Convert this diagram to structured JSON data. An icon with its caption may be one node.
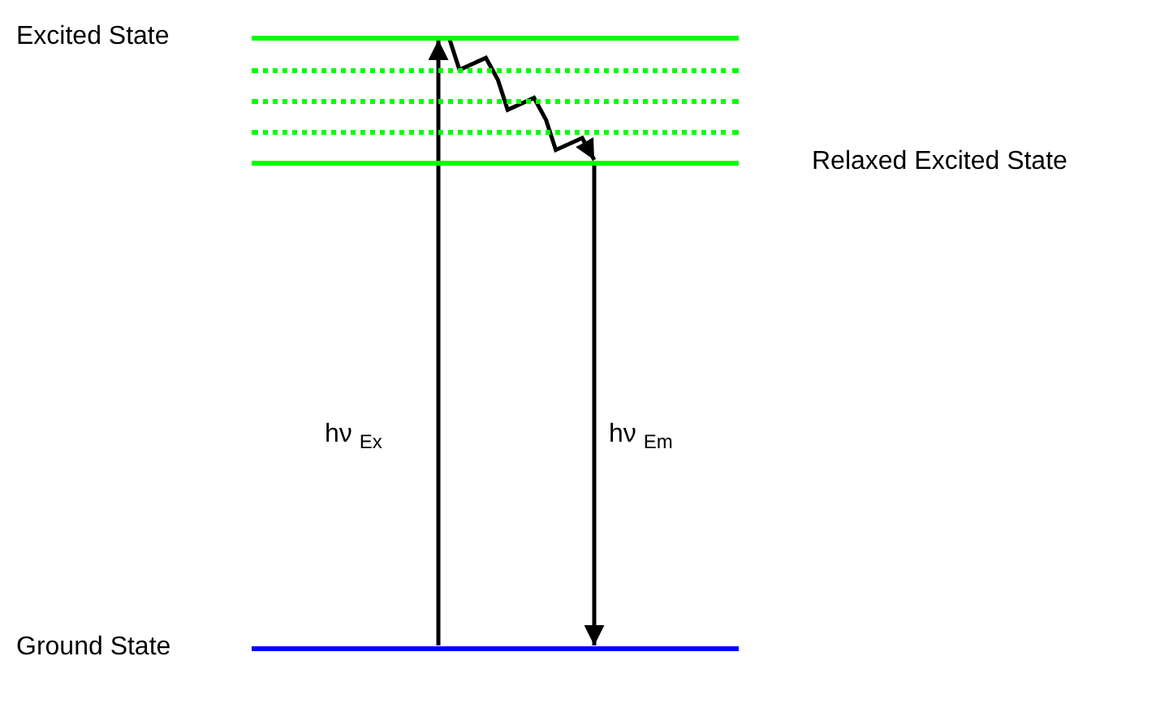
{
  "diagram": {
    "nodes": [
      {
        "text": [
          "Excited State"
        ]
      },
      {
        "text": [],
        "shape": "bar"
      },
      {
        "text": [],
        "shape": "bar"
      },
      {
        "text": [],
        "shape": "bar"
      },
      {
        "text": [
          "Relaxed Excited State"
        ]
      },
      {
        "text": [
          "Ground State"
        ]
      }
    ],
    "edges": [
      {
        "from": 5,
        "to": 0,
        "arrow": "to",
        "label": "hν $_{Ex}$"
      },
      {
        "from": 0,
        "to": 4,
        "arrow": "to"
      },
      {
        "from": 4,
        "to": 5,
        "arrow": "to",
        "label": "hν $_{Em}$"
      }
    ]
  }
}
